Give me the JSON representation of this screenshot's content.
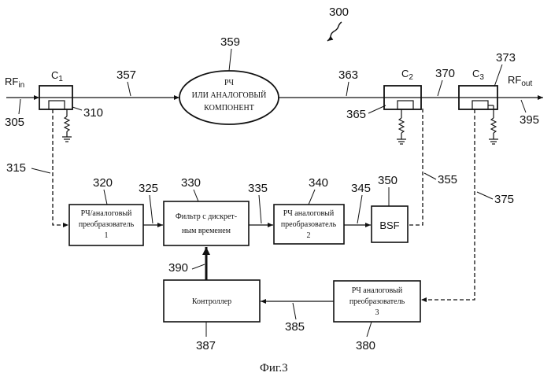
{
  "figure_number": "300",
  "caption": "Фиг.3",
  "signals": {
    "rf_in": "RF",
    "rf_in_sub": "in",
    "rf_out": "RF",
    "rf_out_sub": "out"
  },
  "couplers": {
    "c1": {
      "letter": "C",
      "sub": "1",
      "ref": "310"
    },
    "c2": {
      "letter": "C",
      "sub": "2",
      "ref": "365"
    },
    "c3": {
      "letter": "C",
      "sub": "3",
      "ref": "373"
    }
  },
  "component": {
    "line1": "РЧ",
    "line2": "ИЛИ АНАЛОГОВЫЙ",
    "line3": "КОМПОНЕНТ",
    "ref": "359"
  },
  "blocks": {
    "conv1": {
      "line1": "РЧ/аналоговый",
      "line2": "преобразователь",
      "line3": "1",
      "ref": "320"
    },
    "filter": {
      "line1": "Фильтр с  дискрет-",
      "line2": "ным временем",
      "ref": "330"
    },
    "conv2": {
      "line1": "РЧ  аналоговый",
      "line2": "преобразователь",
      "line3": "2",
      "ref": "340"
    },
    "bsf": {
      "label": "BSF",
      "ref": "350"
    },
    "conv3": {
      "line1": "РЧ аналоговый",
      "line2": "преобразователь",
      "line3": "3",
      "ref": "380"
    },
    "controller": {
      "label": "Контроллер",
      "ref": "387"
    }
  },
  "refs": {
    "in": "305",
    "line_357": "357",
    "line_363": "363",
    "line_370": "370",
    "out": "395",
    "line_315": "315",
    "line_325": "325",
    "line_335": "335",
    "line_345": "345",
    "line_355": "355",
    "line_375": "375",
    "line_385": "385",
    "line_390": "390"
  }
}
